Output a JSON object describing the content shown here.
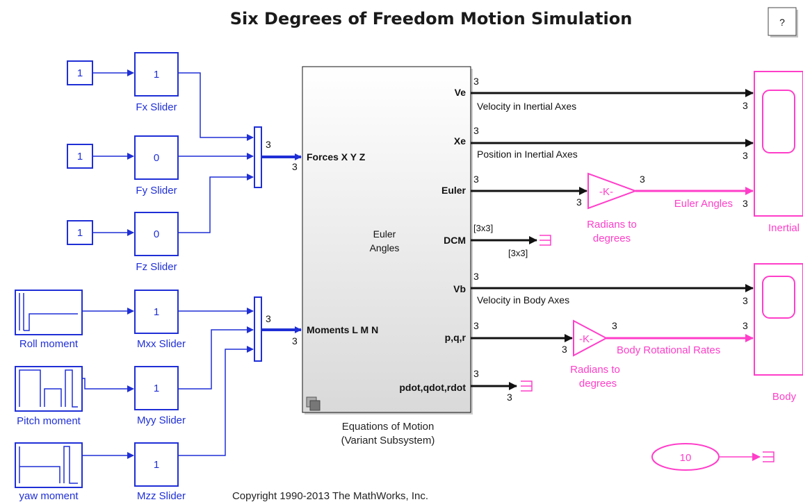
{
  "title": "Six Degrees of Freedom Motion Simulation",
  "help_label": "?",
  "sources": {
    "const_values": [
      "1",
      "1",
      "1"
    ],
    "force_sliders": [
      {
        "value": "1",
        "label": "Fx Slider"
      },
      {
        "value": "0",
        "label": "Fy Slider"
      },
      {
        "value": "0",
        "label": "Fz Slider"
      }
    ],
    "moment_sources": [
      "Roll moment",
      "Pitch moment",
      "yaw moment"
    ],
    "moment_sliders": [
      {
        "value": "1",
        "label": "Mxx Slider"
      },
      {
        "value": "1",
        "label": "Myy Slider"
      },
      {
        "value": "1",
        "label": "Mzz Slider"
      }
    ]
  },
  "subsystem": {
    "center_label_1": "Euler",
    "center_label_2": "Angles",
    "input_forces": "Forces X Y Z",
    "input_moments": "Moments L M N",
    "out_ports": [
      "Ve",
      "Xe",
      "Euler",
      "DCM",
      "Vb",
      "p,q,r",
      "pdot,qdot,rdot"
    ],
    "caption_1": "Equations of Motion",
    "caption_2": "(Variant Subsystem)"
  },
  "signals": {
    "ve": "Velocity in Inertial Axes",
    "xe": "Position in Inertial Axes",
    "euler": "Euler Angles",
    "vb": "Velocity in Body Axes",
    "rates": "Body Rotational Rates"
  },
  "gain_blocks": [
    {
      "label": "-K-",
      "caption_1": "Radians to",
      "caption_2": "degrees"
    },
    {
      "label": "-K-",
      "caption_1": "Radians to",
      "caption_2": "degrees"
    }
  ],
  "scopes": [
    "Inertial",
    "Body"
  ],
  "dims": {
    "three": "3",
    "matrix": "[3x3]"
  },
  "constant_block": "10",
  "copyright": "Copyright 1990-2013 The MathWorks, Inc.",
  "colors": {
    "blue": "#1f2fd6",
    "pink": "#ff3ec9",
    "black": "#111111"
  }
}
